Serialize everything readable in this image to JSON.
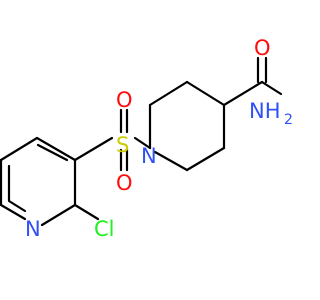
{
  "molecule": {
    "atoms": {
      "N_pyridine": "N",
      "Cl": "Cl",
      "S": "S",
      "O_top": "O",
      "O_bottom": "O",
      "N_piperidine": "N",
      "O_amide": "O",
      "N_amide": "NH",
      "N_amide_subscript": "2"
    },
    "colors": {
      "bond": "#000000",
      "nitrogen": "#3050f8",
      "oxygen": "#ff0d0d",
      "sulfur": "#cccc00",
      "chlorine": "#1ff01f"
    }
  }
}
